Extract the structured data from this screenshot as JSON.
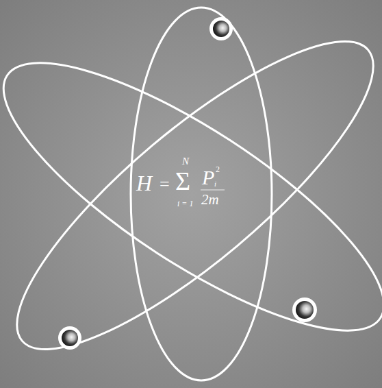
{
  "diagram": {
    "labels": [
      "H",
      "=",
      "Σ",
      "N",
      "i = 1",
      "P",
      "i",
      "2",
      "2m"
    ]
  }
}
